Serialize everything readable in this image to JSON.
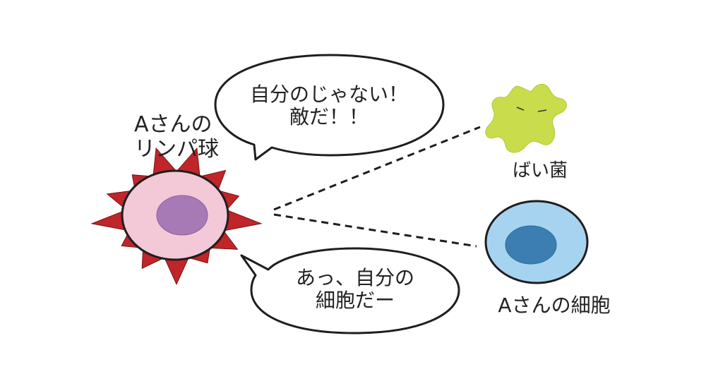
{
  "diagram": {
    "lymphocyte_label": [
      "Aさんの",
      "リンパ球"
    ],
    "bubble_foreign": [
      "自分のじゃない！",
      "敵だ！！"
    ],
    "bubble_self": [
      "あっ、自分の",
      "細胞だー"
    ],
    "bacteria_label": "ばい菌",
    "own_cell_label": "Aさんの細胞"
  },
  "colors": {
    "lymph_spikes": "#c0252a",
    "lymph_body": "#f3c9d7",
    "lymph_nucleus": "#a77ab6",
    "bacteria": "#c8dc4c",
    "own_cell_body": "#a6d3f0",
    "own_cell_nucleus": "#3c7eb1",
    "outline": "#1e1e1e"
  }
}
